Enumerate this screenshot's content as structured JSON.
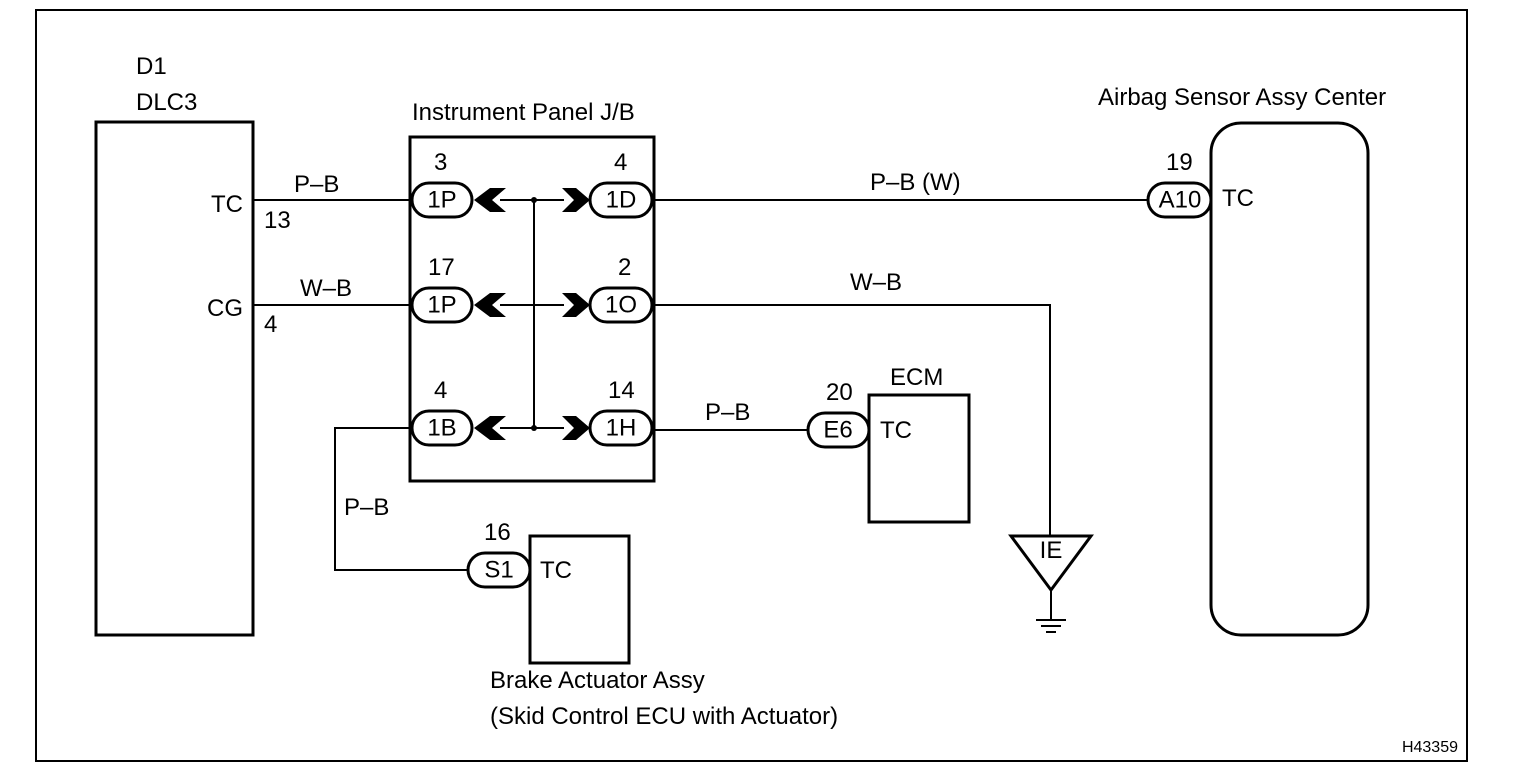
{
  "frame_code": "H43359",
  "dlc3": {
    "id": "D1",
    "name": "DLC3",
    "tc_label": "TC",
    "tc_pin": "13",
    "cg_label": "CG",
    "cg_pin": "4"
  },
  "junction_block": {
    "title": "Instrument Panel J/B",
    "left_connectors": [
      {
        "pin": "3",
        "code": "1P"
      },
      {
        "pin": "17",
        "code": "1P"
      },
      {
        "pin": "4",
        "code": "1B"
      }
    ],
    "right_connectors": [
      {
        "pin": "4",
        "code": "1D"
      },
      {
        "pin": "2",
        "code": "1O"
      },
      {
        "pin": "14",
        "code": "1H"
      }
    ]
  },
  "wires": {
    "dlc_tc": "P–B",
    "dlc_cg": "W–B",
    "to_airbag": "P–B (W)",
    "to_ground": "W–B",
    "to_ecm": "P–B",
    "to_brake": "P–B"
  },
  "airbag": {
    "title": "Airbag Sensor Assy Center",
    "pin": "19",
    "connector": "A10",
    "terminal": "TC"
  },
  "ecm": {
    "title": "ECM",
    "pin": "20",
    "connector": "E6",
    "terminal": "TC"
  },
  "ground": {
    "label": "IE"
  },
  "brake": {
    "title_line1": "Brake Actuator Assy",
    "title_line2": "(Skid Control ECU with Actuator)",
    "pin": "16",
    "connector": "S1",
    "terminal": "TC"
  }
}
